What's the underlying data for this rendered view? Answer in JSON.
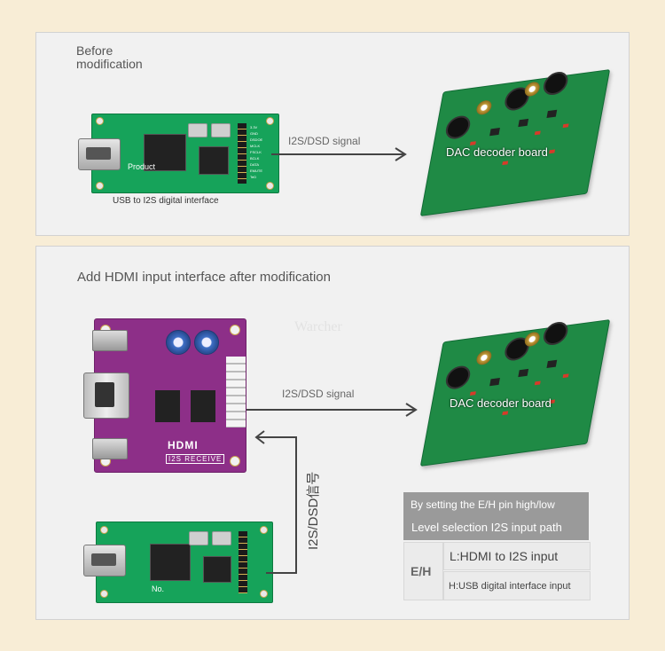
{
  "top": {
    "heading_line1": "Before",
    "heading_line2": "modification",
    "usb_board_label": "Product",
    "usb_caption": "USB to I2S digital interface",
    "signal_label": "I2S/DSD signal",
    "dac_label": "DAC decoder board"
  },
  "bottom": {
    "heading": "Add HDMI input interface after modification",
    "watermark": "Warcher",
    "hdmi_logo": "HDMI",
    "hdmi_sub": "I2S RECEIVE",
    "signal_label": "I2S/DSD signal",
    "vertical_signal_label": "I2S/DSD信号",
    "dac_label": "DAC decoder board",
    "usb_board_label": "No."
  },
  "table": {
    "header_line1": "By setting the E/H pin high/low",
    "header_line2": "Level selection I2S input path",
    "pin_label": "E/H",
    "row_l": "L:HDMI to I2S input",
    "row_h": "H:USB digital interface input"
  },
  "pin_labels": [
    "3.3V",
    "GND",
    "DSDOE",
    "MCLK",
    "FSCLK",
    "BCLK",
    "DATA",
    "EMUTE",
    "TeD"
  ],
  "colors": {
    "background": "#f8edd6",
    "panel": "#f1f1f1",
    "pcb_green": "#16a35a",
    "pcb_purple": "#8d2f88",
    "table_header": "#9a9a9a"
  }
}
